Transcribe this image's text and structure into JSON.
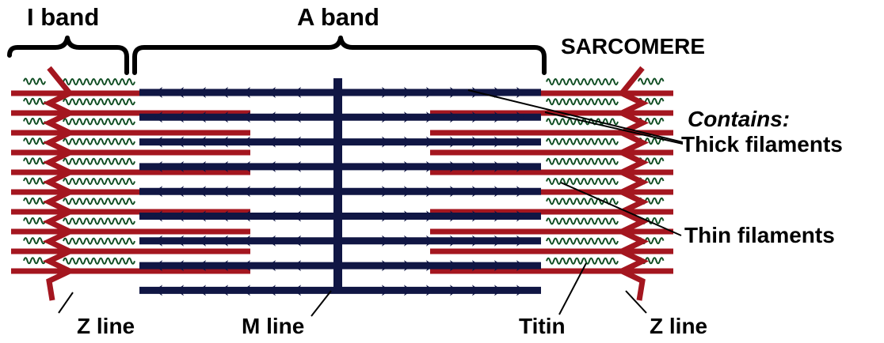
{
  "labels": {
    "i_band": "I band",
    "a_band": "A band",
    "sarcomere": "SARCOMERE",
    "contains": "Contains:",
    "thick_filaments": "Thick filaments",
    "thin_filaments": "Thin filaments",
    "titin": "Titin",
    "z_line_left": "Z line",
    "m_line": "M line",
    "z_line_right": "Z line"
  },
  "colors": {
    "thin_filament": "#a4161f",
    "thick_filament": "#101644",
    "titin": "#0f4d22",
    "leader": "#000000",
    "bracket": "#000000",
    "background": "#ffffff"
  }
}
